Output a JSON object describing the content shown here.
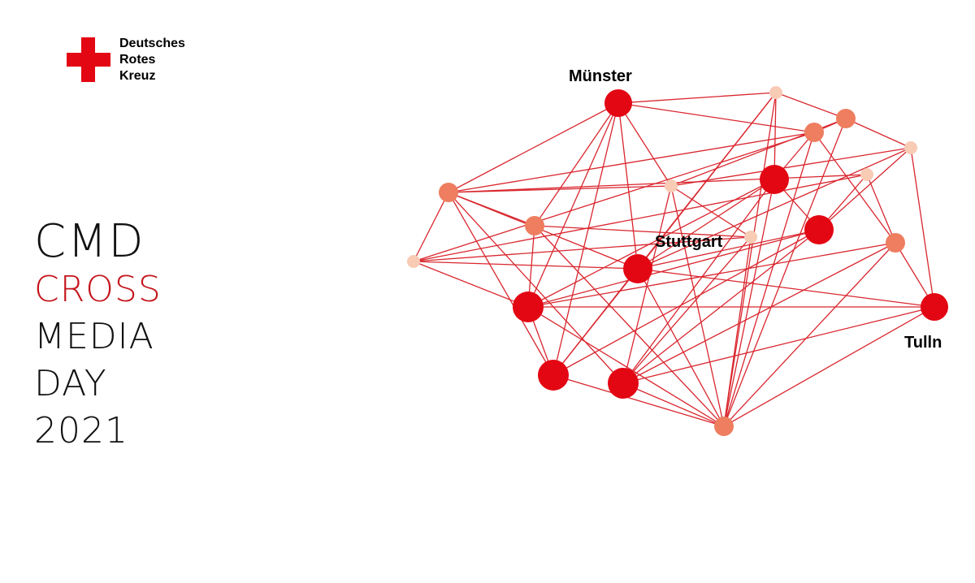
{
  "logo": {
    "icon": "red-cross-icon",
    "color": "#e30613",
    "lines": [
      "Deutsches",
      "Rotes",
      "Kreuz"
    ]
  },
  "event": {
    "line1": "CMD",
    "line2": "CROSS",
    "line3": "MEDIA",
    "line4": "DAY",
    "line5": "2021",
    "accent_color": "#c4141b"
  },
  "network": {
    "edge_color": "#d9262e",
    "node_colors": {
      "strong": "#e30613",
      "medium": "#ee7e5f",
      "light": "#f8cbb5"
    },
    "labels": {
      "muenster": "Münster",
      "stuttgart": "Stuttgart",
      "tulln": "Tulln"
    }
  }
}
